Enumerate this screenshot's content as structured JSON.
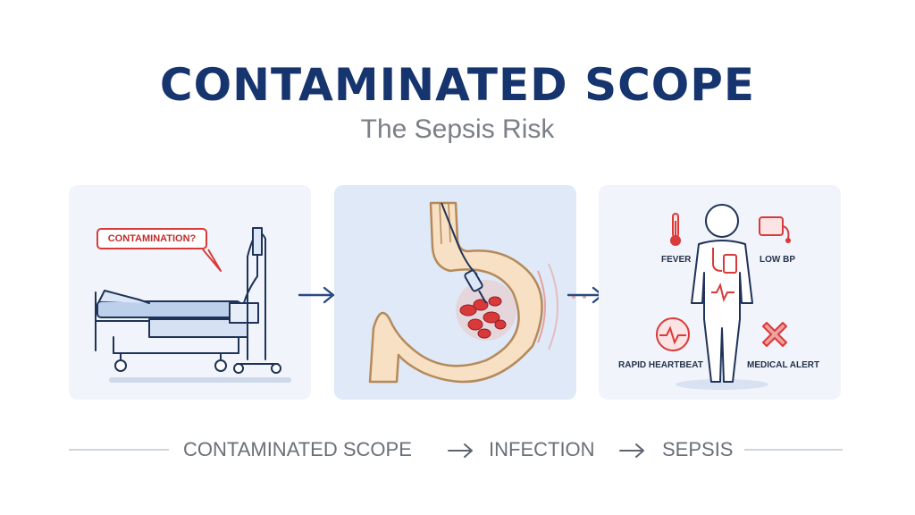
{
  "header": {
    "title": "CONTAMINATED SCOPE",
    "subtitle": "The Sepsis Risk"
  },
  "panels": {
    "equipment": {
      "bubble_text": "CONTAMINATION?"
    },
    "symptoms": {
      "fever_label": "FEVER",
      "low_bp_label": "LOW BP",
      "heartbeat_label": "RAPID HEARTBEAT",
      "alert_label": "MEDICAL ALERT"
    }
  },
  "flow": {
    "step1": "CONTAMINATED SCOPE",
    "step2": "INFECTION",
    "step3": "SEPSIS"
  },
  "colors": {
    "title": "#16346e",
    "alert_red": "#d93a3a",
    "line_blue": "#2a4a82",
    "stomach_fill": "#f7e0c4",
    "stomach_outline": "#b58a5a"
  }
}
